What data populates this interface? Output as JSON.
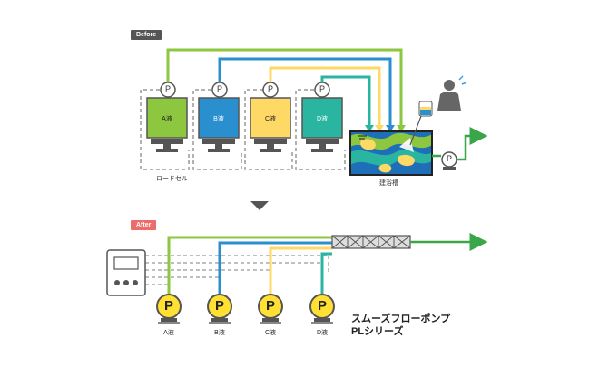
{
  "labels": {
    "before": "Before",
    "after": "After",
    "load_cell": "ロードセル",
    "bath": "建浴槽",
    "pump_small": "P",
    "pump_big": "P",
    "product_line1": "スムーズフローポンプ",
    "product_line2": "PLシリーズ"
  },
  "tanks": [
    {
      "name": "A液",
      "color": "#8dc63f"
    },
    {
      "name": "B液",
      "color": "#2a8fcf"
    },
    {
      "name": "C液",
      "color": "#ffd966"
    },
    {
      "name": "D液",
      "color": "#2ab5a0"
    }
  ],
  "after_pumps": [
    {
      "label": "A液"
    },
    {
      "label": "B液"
    },
    {
      "label": "C液"
    },
    {
      "label": "D液"
    }
  ],
  "colors": {
    "line_a": "#8dc63f",
    "line_b": "#2a8fcf",
    "line_c": "#ffd966",
    "line_d": "#2ab5a0",
    "outlet": "#3aa64a",
    "pump_yellow": "#ffe033",
    "gray": "#555555"
  }
}
